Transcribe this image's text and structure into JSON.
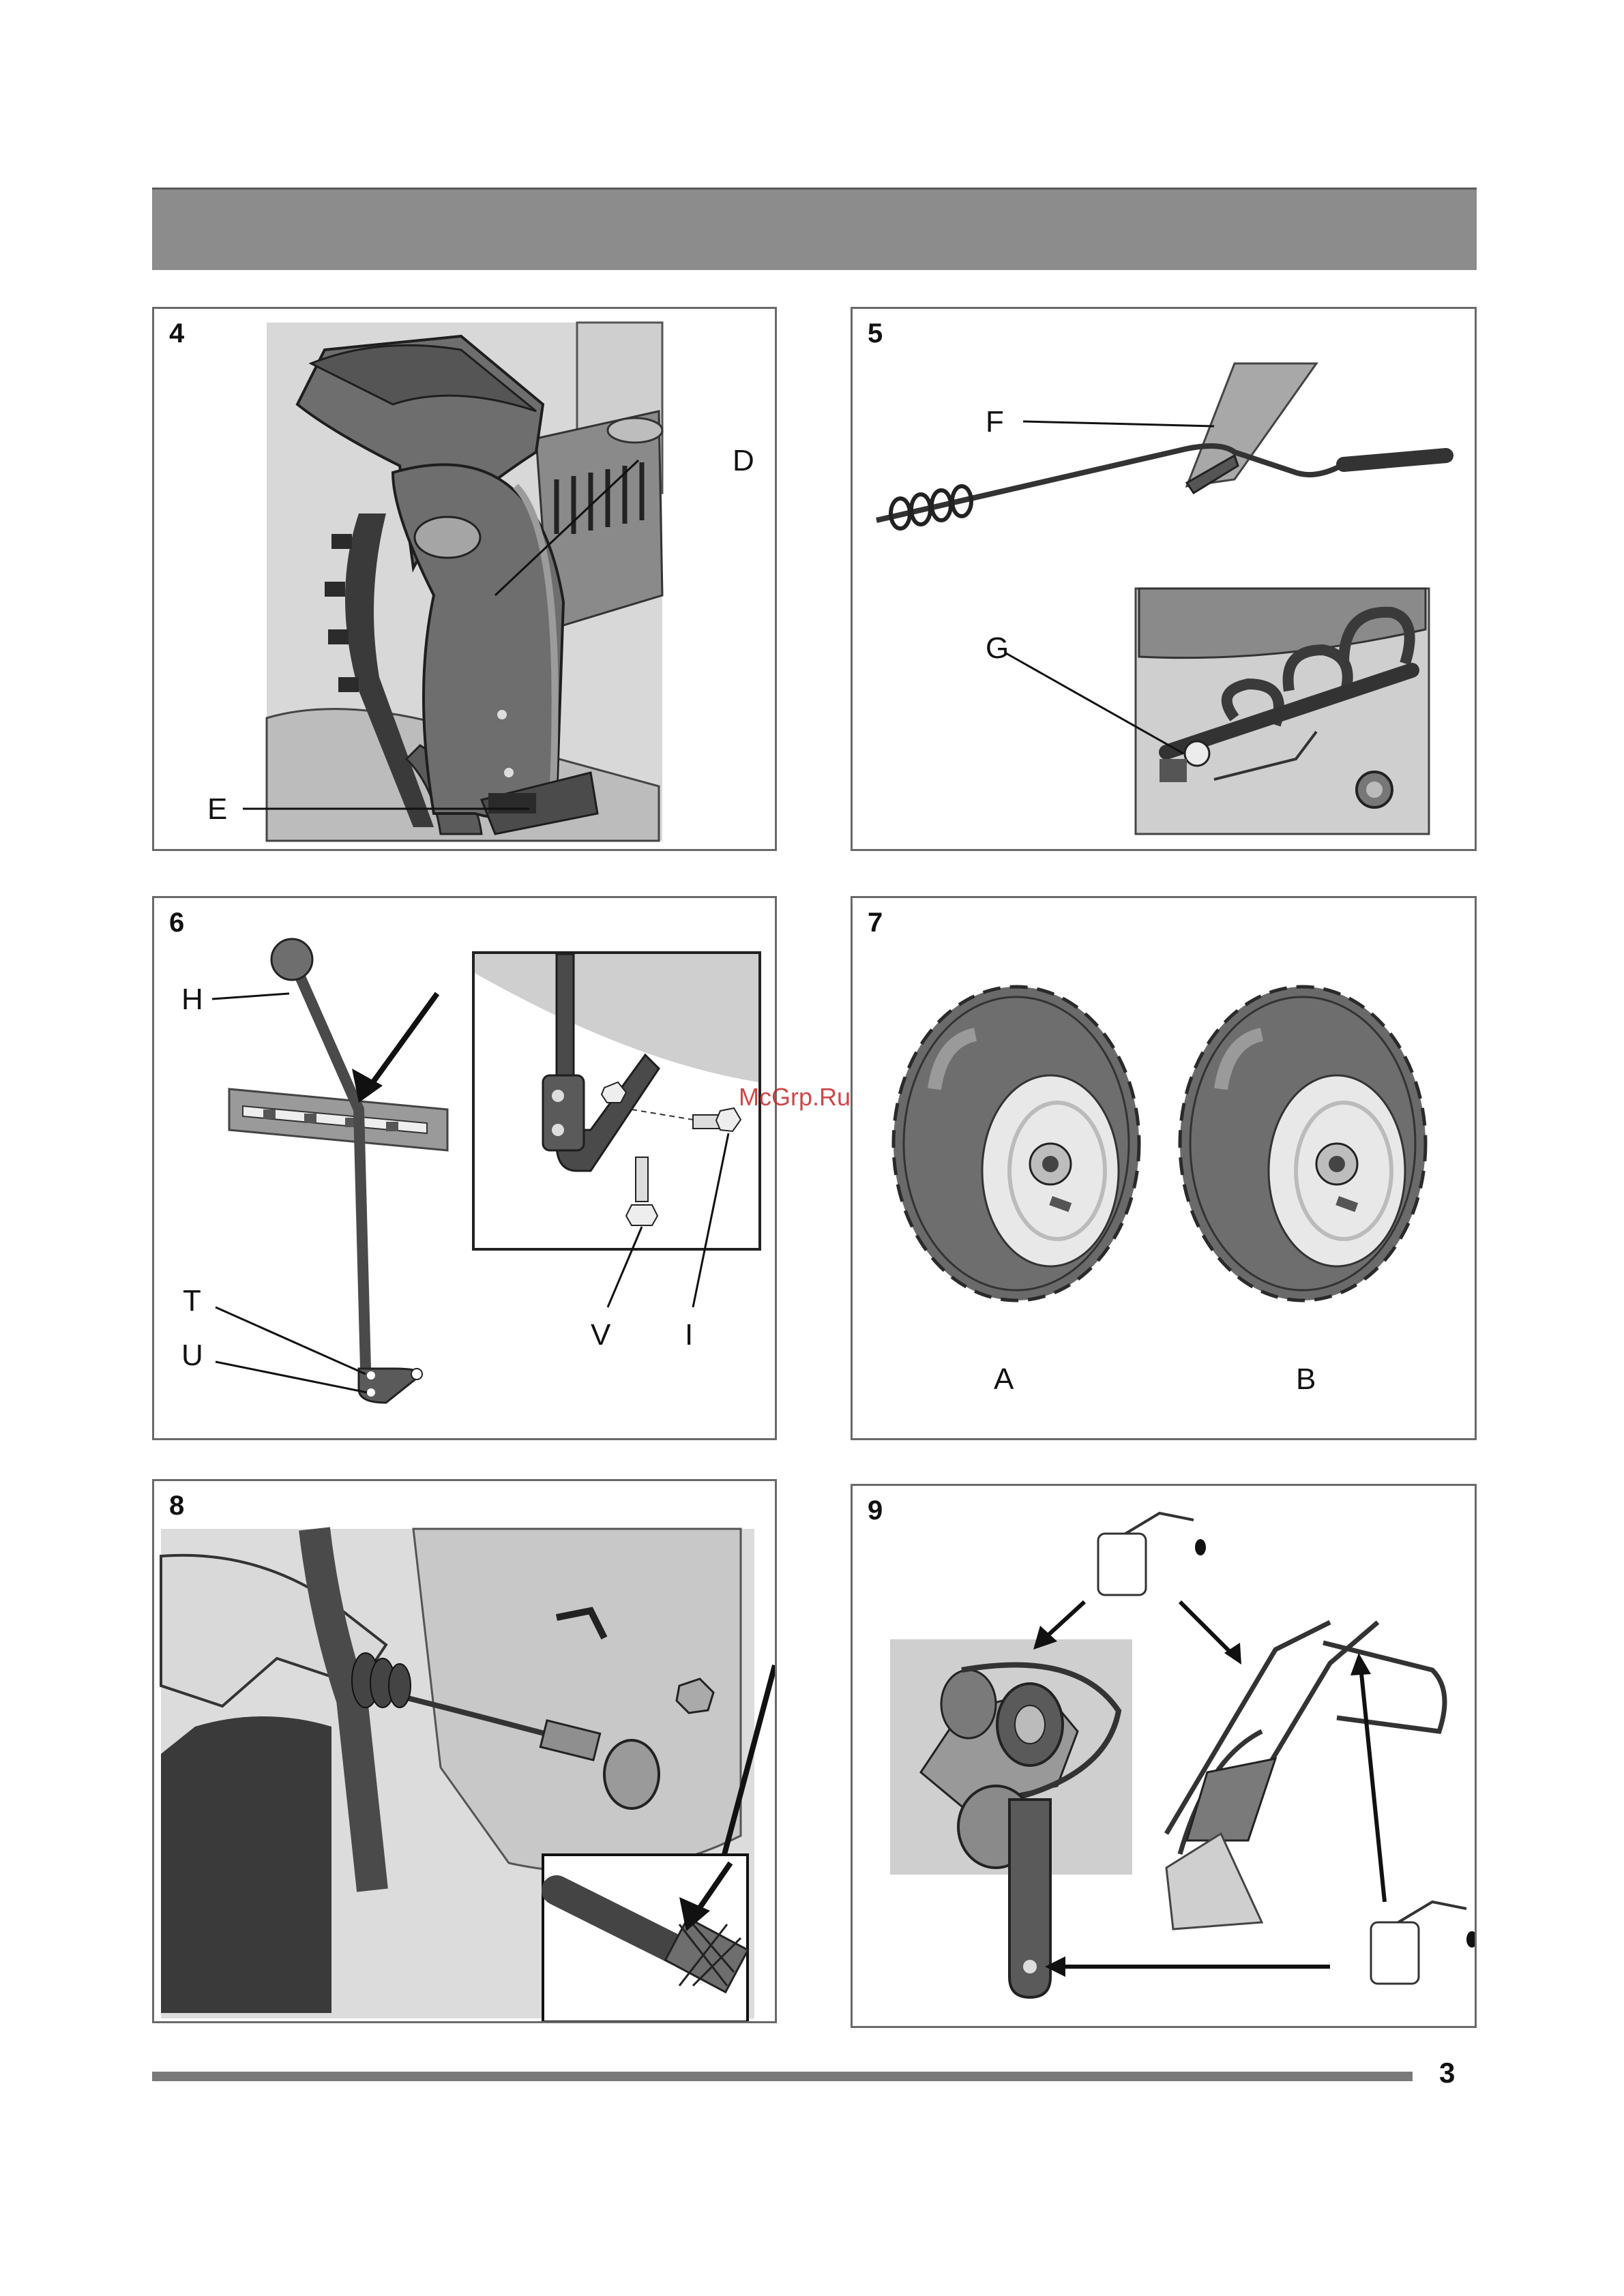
{
  "page": {
    "number": "3",
    "watermark": "McGrp.Ru"
  },
  "figures": [
    {
      "number": "4",
      "labels": [
        "D",
        "E"
      ]
    },
    {
      "number": "5",
      "labels": [
        "F",
        "G"
      ]
    },
    {
      "number": "6",
      "labels": [
        "H",
        "T",
        "U",
        "V",
        "I"
      ]
    },
    {
      "number": "7",
      "labels": [
        "A",
        "B"
      ]
    },
    {
      "number": "8",
      "labels": []
    },
    {
      "number": "9",
      "labels": []
    }
  ],
  "colors": {
    "header": "#8c8c8c",
    "footer": "#7a7a7a",
    "ink": "#111111",
    "part": "#6e6e6e",
    "part_dark": "#4a4a4a",
    "watermark": "#c62828"
  }
}
